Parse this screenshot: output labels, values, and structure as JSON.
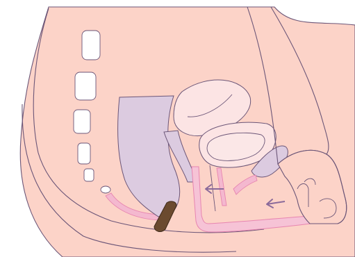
{
  "illustration": {
    "kind": "anatomical cross-section (sagittal) with arrows",
    "labels": [],
    "colors": {
      "background": "#ffffff",
      "skin": "#fcd3c8",
      "outline": "#6b5577",
      "vertebra": "#ffffff",
      "rectum": "#dccbe0",
      "uterus": "#fce4e4",
      "bladder": "#fce4e4",
      "bladder_inner": "#fbe7e7",
      "canal": "#f4b8cf",
      "canal_stroke": "#e785b0",
      "stool": "#6b4a2f",
      "arrow": "#8a6a9a"
    },
    "arrows": [
      {
        "name": "arrow-toward-rectum",
        "direction": "left"
      },
      {
        "name": "arrow-hand-direction",
        "direction": "left"
      }
    ]
  }
}
